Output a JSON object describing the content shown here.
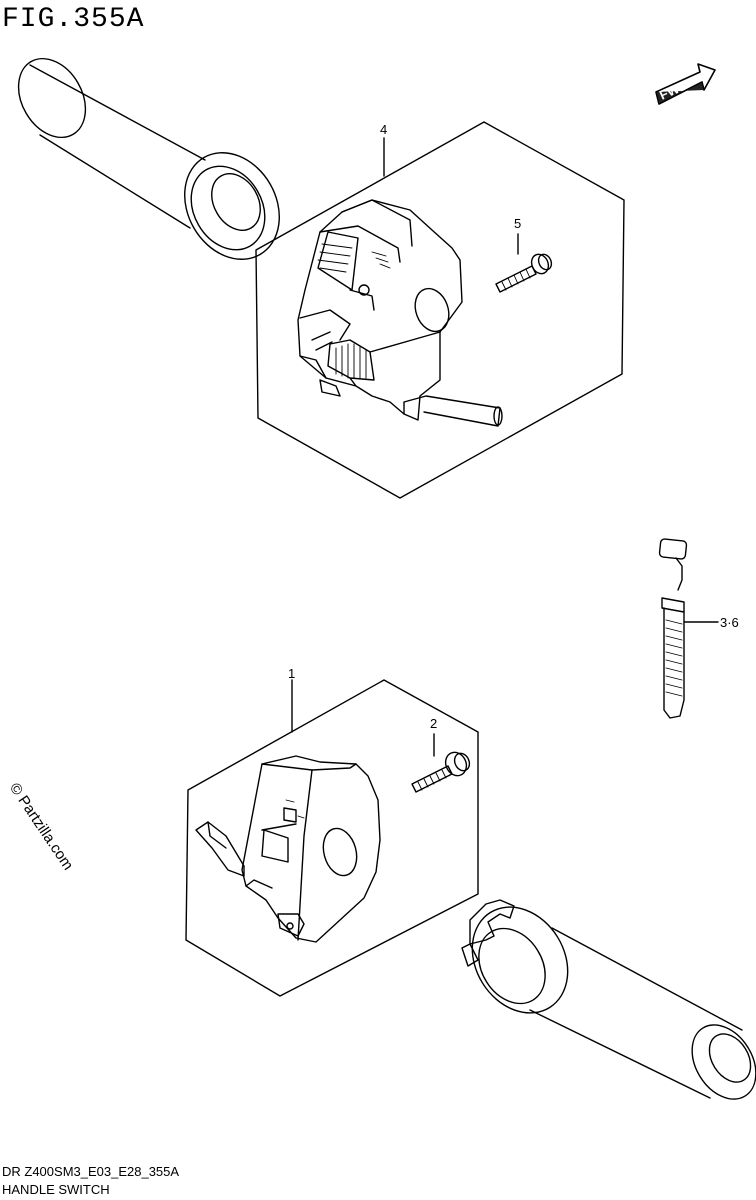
{
  "figure": {
    "title": "FIG.355A",
    "fwd_label": "FWD"
  },
  "callouts": {
    "c1": "1",
    "c2": "2",
    "c36": "3·6",
    "c4": "4",
    "c5": "5"
  },
  "watermark": "© Partzilla.com",
  "footer": {
    "code": "DR Z400SM3_E03_E28_355A",
    "name": "HANDLE SWITCH"
  }
}
